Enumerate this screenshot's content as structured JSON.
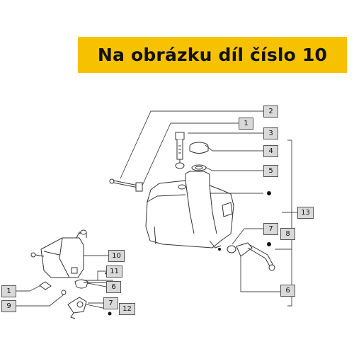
{
  "banner": {
    "text": "Na obrázku díl číslo 10",
    "color": "#f6c200"
  },
  "callouts": [
    "1",
    "2",
    "3",
    "4",
    "5",
    "6",
    "7",
    "8",
    "9",
    "10",
    "11",
    "12",
    "13"
  ]
}
